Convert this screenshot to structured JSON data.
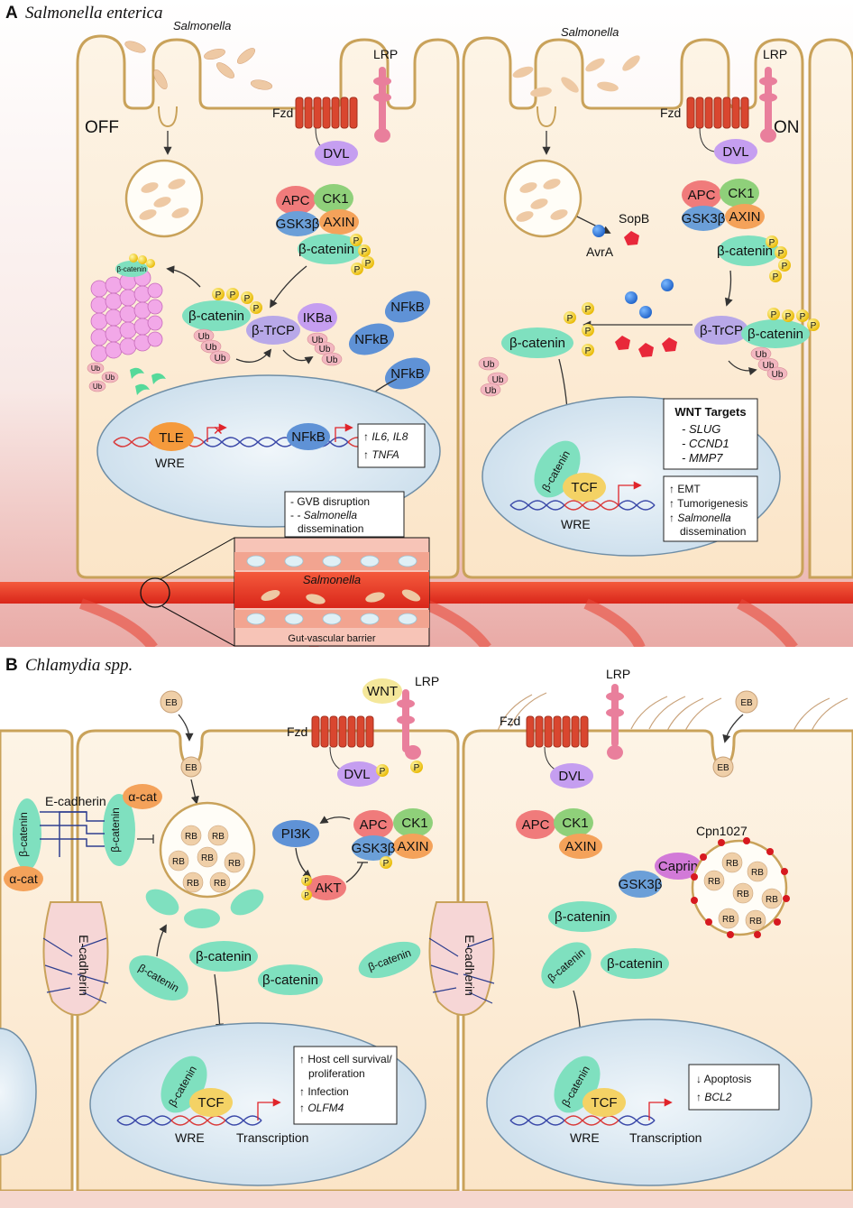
{
  "panel_a": {
    "letter": "A",
    "title": "Salmonella enterica",
    "left_cell": {
      "state": "OFF",
      "bacteria_label": "Salmonella",
      "entry_label": "Salmonella",
      "receptor_fzd": "Fzd",
      "receptor_lrp": "LRP",
      "dvl": "DVL",
      "apc": "APC",
      "ck1": "CK1",
      "gsk": "GSK3β",
      "axin": "AXIN",
      "bcat_complex": "β-catenin",
      "bcat_btrcp": "β-catenin",
      "btrcp": "β-TrCP",
      "ikba": "IKBa",
      "bcat_proteasome": "β-catenin",
      "p": "P",
      "ub": "Ub",
      "nfkb": "NFkB",
      "tle": "TLE",
      "wre": "WRE",
      "nfkb_targets": [
        "IL6, IL8",
        "TNFA"
      ],
      "gvb_box": [
        "- GVB disruption",
        "- Salmonella",
        "dissemination"
      ],
      "gvb_salmonella": "Salmonella",
      "gvb_label": "Gut-vascular barrier"
    },
    "right_cell": {
      "state": "ON",
      "bacteria_label": "Salmonella",
      "receptor_fzd": "Fzd",
      "receptor_lrp": "LRP",
      "dvl": "DVL",
      "apc": "APC",
      "ck1": "CK1",
      "gsk": "GSK3β",
      "axin": "AXIN",
      "bcat_complex": "β-catenin",
      "sopb": "SopB",
      "avra": "AvrA",
      "btrcp": "β-TrCP",
      "bcat_btrcp": "β-catenin",
      "bcat_free": "β-catenin",
      "bcat_nucleus": "β-catenin",
      "tcf": "TCF",
      "wre": "WRE",
      "wnt_targets_title": "WNT Targets",
      "wnt_targets": [
        "- SLUG",
        "- CCND1",
        "- MMP7"
      ],
      "outcomes": [
        "EMT",
        "Tumorigenesis",
        "Salmonella",
        "dissemination"
      ]
    }
  },
  "panel_b": {
    "letter": "B",
    "title": "Chlamydia spp.",
    "left_cell": {
      "eb_outside": "EB",
      "eb_entry": "EB",
      "wnt": "WNT",
      "receptor_fzd": "Fzd",
      "receptor_lrp": "LRP",
      "dvl": "DVL",
      "p": "P",
      "e_cadherin_top": "E-cadherin",
      "alpha_cat": "α-cat",
      "bcat_junction_left": "β-catenin",
      "bcat_junction_right": "β-catenin",
      "rb": "RB",
      "pi3k": "PI3K",
      "akt": "AKT",
      "apc": "APC",
      "ck1": "CK1",
      "gsk": "GSK3β",
      "axin": "AXIN",
      "bcat_free": [
        "β-catenin",
        "β-catenin",
        "β-catenin",
        "β-catenin"
      ],
      "e_cadherin_junction": "E-cadherin",
      "bcat_nucleus": "β-catenin",
      "tcf": "TCF",
      "wre": "WRE",
      "transcription": "Transcription",
      "outcomes": [
        "Host cell survival/",
        "proliferation",
        "Infection",
        "OLFM4"
      ]
    },
    "right_cell": {
      "eb_outside": "EB",
      "eb_entry": "EB",
      "receptor_fzd": "Fzd",
      "receptor_lrp": "LRP",
      "dvl": "DVL",
      "apc": "APC",
      "ck1": "CK1",
      "axin": "AXIN",
      "caprin": "Caprin",
      "gsk": "GSK3β",
      "cpn": "Cpn1027",
      "rb": "RB",
      "bcat_free": [
        "β-catenin",
        "β-catenin",
        "β-catenin"
      ],
      "e_cadherin_junction": "E-cadherin",
      "bcat_nucleus": "β-catenin",
      "tcf": "TCF",
      "wre": "WRE",
      "transcription": "Transcription",
      "outcomes": [
        "Apoptosis",
        "BCL2"
      ]
    }
  },
  "colors": {
    "cytoplasm": "#fbe8cf",
    "membrane": "#c9a25a",
    "nucleus": "#dbeaf3",
    "bcatenin": "#7fe0bf",
    "apc": "#f07b7b",
    "ck1": "#8fd07a",
    "gsk": "#6b9fd8",
    "axin": "#f4a25a",
    "dvl": "#c59ef0",
    "btrcp": "#b8a8e8",
    "ub": "#f2b7c0",
    "phospho": "#f5d21a",
    "nfkb": "#5f92d6",
    "tle": "#f59a3c",
    "tcf": "#f4d265",
    "fzd": "#d9462f",
    "lrp": "#e97f9c",
    "vessel": "#e23a27",
    "rb": "#efcfa8",
    "chlamydia_dot": "#d71920"
  }
}
